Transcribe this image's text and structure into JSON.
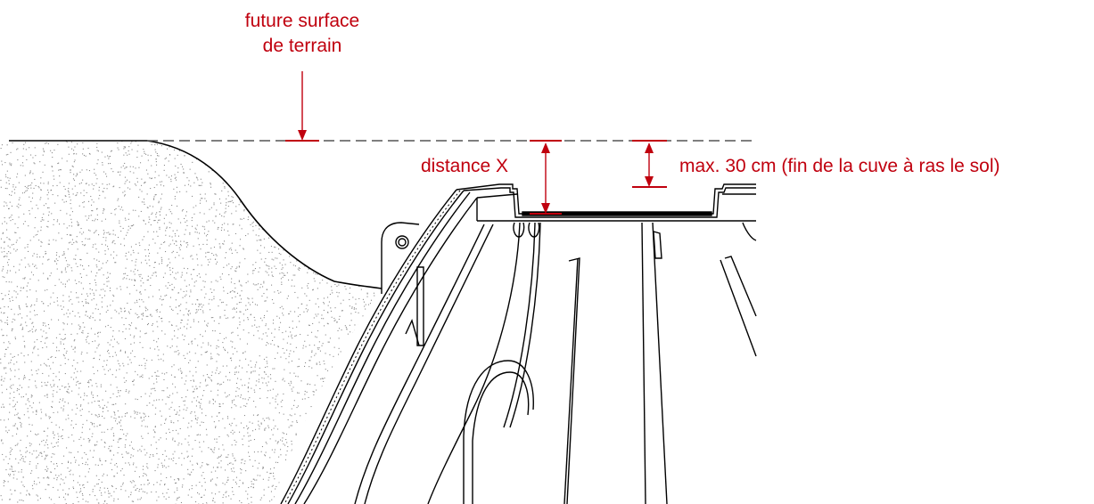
{
  "labels": {
    "surface_line1": "future surface",
    "surface_line2": "de terrain",
    "distance": "distance X",
    "max_depth": "max. 30 cm (fin de la cuve à ras le sol)"
  },
  "colors": {
    "annotation": "#c0000e",
    "line": "#000000",
    "dash": "#555555",
    "soil_speckle": "#8a8a8a"
  }
}
